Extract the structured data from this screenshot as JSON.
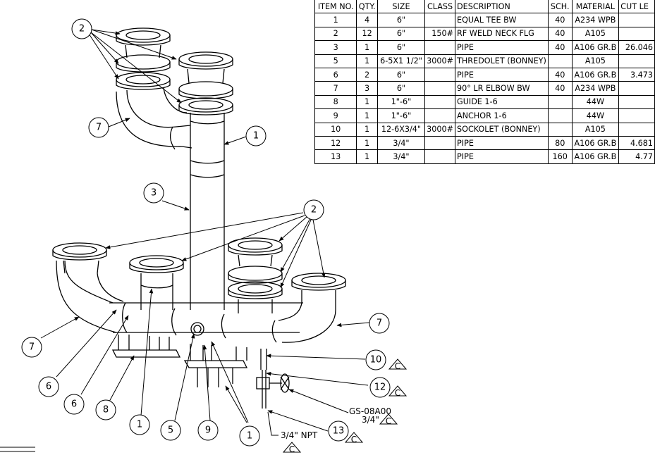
{
  "bom": {
    "headers": [
      "ITEM NO.",
      "QTY.",
      "SIZE",
      "CLASS",
      "DESCRIPTION",
      "SCH.",
      "MATERIAL",
      "CUT LE"
    ],
    "rows": [
      [
        "1",
        "4",
        "6\"",
        "",
        "EQUAL TEE BW",
        "40",
        "A234 WPB",
        ""
      ],
      [
        "2",
        "12",
        "6\"",
        "150#",
        "RF WELD NECK FLG",
        "40",
        "A105",
        ""
      ],
      [
        "3",
        "1",
        "6\"",
        "",
        "PIPE",
        "40",
        "A106 GR.B",
        "26.046"
      ],
      [
        "5",
        "1",
        "6-5X1 1/2\"",
        "3000#",
        "THREDOLET (BONNEY)",
        "",
        "A105",
        ""
      ],
      [
        "6",
        "2",
        "6\"",
        "",
        "PIPE",
        "40",
        "A106 GR.B",
        "3.473"
      ],
      [
        "7",
        "3",
        "6\"",
        "",
        "90° LR ELBOW BW",
        "40",
        "A234 WPB",
        ""
      ],
      [
        "8",
        "1",
        "1\"-6\"",
        "",
        "GUIDE 1-6",
        "",
        "44W",
        ""
      ],
      [
        "9",
        "1",
        "1\"-6\"",
        "",
        "ANCHOR 1-6",
        "",
        "44W",
        ""
      ],
      [
        "10",
        "1",
        "12-6X3/4\"",
        "3000#",
        "SOCKOLET (BONNEY)",
        "",
        "A105",
        ""
      ],
      [
        "12",
        "1",
        "3/4\"",
        "",
        "PIPE",
        "80",
        "A106 GR.B",
        "4.681"
      ],
      [
        "13",
        "1",
        "3/4\"",
        "",
        "PIPE",
        "160",
        "A106 GR.B",
        "4.77"
      ]
    ]
  },
  "balloons": {
    "b2_top": "2",
    "b7_top": "7",
    "b1_right": "1",
    "b3": "3",
    "b2_mid": "2",
    "b7_left": "7",
    "b7_right": "7",
    "b6_a": "6",
    "b6_b": "6",
    "b8": "8",
    "b1_a": "1",
    "b5": "5",
    "b9": "9",
    "b1_b": "1",
    "b10": "10",
    "b12": "12",
    "b13": "13"
  },
  "revision_marks": {
    "rev_10": "C",
    "rev_12": "C",
    "rev_gs": "C",
    "rev_13": "C",
    "rev_npt": "C"
  },
  "notes": {
    "gs_tag": "GS-08A00",
    "gs_size": "3/4\"",
    "npt": "3/4\" NPT"
  }
}
